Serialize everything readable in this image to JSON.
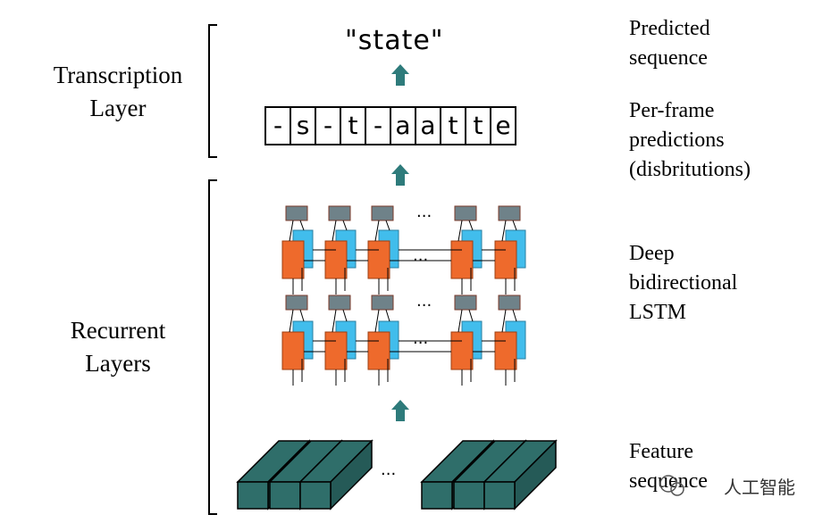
{
  "left_labels": {
    "transcription": [
      "Transcription",
      "Layer"
    ],
    "recurrent": [
      "Recurrent",
      "Layers"
    ]
  },
  "predicted_text": "\"state\"",
  "frame_predictions": [
    "-",
    "s",
    "-",
    "t",
    "-",
    "a",
    "a",
    "t",
    "t",
    "e"
  ],
  "right_labels": {
    "predicted_sequence": [
      "Predicted",
      "sequence"
    ],
    "per_frame": [
      "Per-frame",
      "predictions",
      "(disbritutions)"
    ],
    "lstm": [
      "Deep",
      "bidirectional",
      "LSTM"
    ],
    "feature": [
      "Feature",
      "sequence"
    ]
  },
  "ellipsis": "...",
  "watermark": "人工智能",
  "colors": {
    "arrow": "#2e7b7b",
    "lstm_forward": "#ee6a2c",
    "lstm_backward": "#41bdec",
    "output_cell": "#6f8289",
    "feature_box": "#2f6e6a"
  }
}
